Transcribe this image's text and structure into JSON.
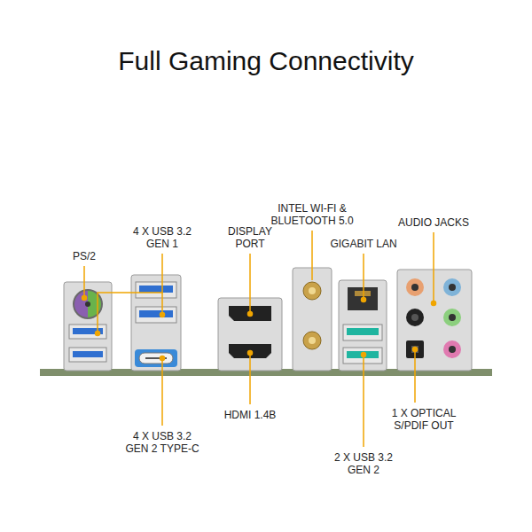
{
  "diagram": {
    "title": "Full Gaming Connectivity",
    "labels": [
      "PS/2",
      "4 X USB 3.2 GEN 1",
      "DISPLAY PORT",
      "INTEL WI-FI & BLUETOOTH 5.0",
      "GIGABIT LAN",
      "AUDIO JACKS",
      "HDMI 1.4B",
      "1 X OPTICAL S/PDIF OUT",
      "4 X USB 3.2 GEN 2 TYPE-C",
      "2 X USB 3.2 GEN 2"
    ]
  }
}
